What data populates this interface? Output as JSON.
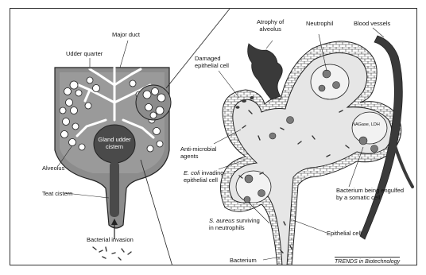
{
  "labels": {
    "major_duct": "Major duct",
    "udder_quarter": "Udder quarter",
    "gland_cistern_line1": "Gland udder",
    "gland_cistern_line2": "cistern",
    "alveolus": "Alveolus",
    "teat_cistern": "Teat cistern",
    "bacterial_invasion": "Bacterial invasion",
    "damaged_line1": "Damaged",
    "damaged_line2": "epithelial cell",
    "atrophy_line1": "Atrophy of",
    "atrophy_line2": "alveolus",
    "neutrophil": "Neutrophil",
    "blood_vessels": "Blood vessels",
    "antimicrobial_line1": "Anti-microbial",
    "antimicrobial_line2": "agents",
    "ecoli_species": "E. coli",
    "ecoli_rest": " invading",
    "ecoli_line2": "epithelial cell",
    "nagase": "NAGase, LDH",
    "engulfed_line1": "Bacterium being engulfed",
    "engulfed_line2": "by a somatic cell",
    "saureus_species": "S. aureus",
    "saureus_rest": " surviving",
    "saureus_line2": "in neutrophils",
    "epithelial_cell": "Epithelial cell",
    "bacterium": "Bacterium",
    "credit": "TRENDS in Biotechnology"
  },
  "colors": {
    "udder_fill": "#8c8c8c",
    "cistern_fill": "#4a4a4a",
    "alveolus_lumen": "#e6e6e6",
    "blood_vessel": "#3a3a3a",
    "cell_fill": "#ffffff",
    "outline": "#222222"
  }
}
